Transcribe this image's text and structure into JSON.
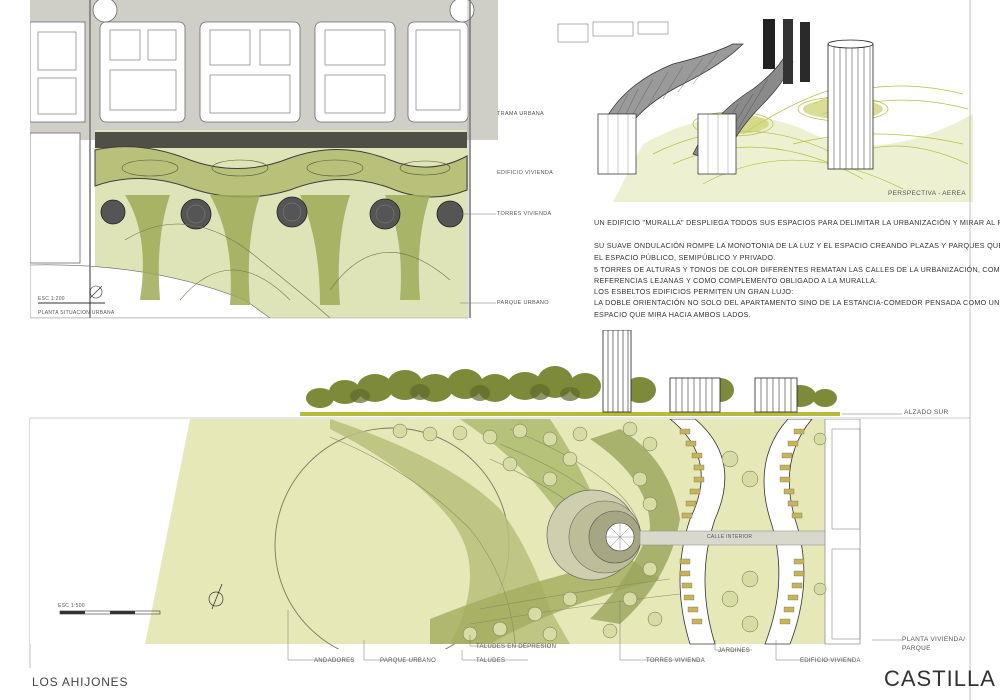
{
  "site_plan": {
    "labels": [
      "TRAMA URBANA",
      "EDIFICIO VIVIENDA",
      "TORRES VIVIENDA",
      "PARQUE URBANO"
    ],
    "scale_text": "ESC 1:200",
    "caption": "PLANTA   SITUACION URBANA"
  },
  "perspective": {
    "caption": "PERSPECTIVA - AEREA"
  },
  "description": {
    "lines": [
      "UN EDIFICIO \"MURALLA\" DESPLIEGA TODOS SUS ESPACIOS PARA DELIMITAR LA URBANIZACIÓN Y MIRAR AL PARQUE.",
      "SU SUAVE ONDULACIÓN ROMPE LA MONOTONIA DE LA LUZ Y EL ESPACIO CREANDO PLAZAS Y PARQUES QUE MODULAN",
      "EL ESPACIO PÚBLICO, SEMIPÚBLICO Y PRIVADO.",
      "5 TORRES DE ALTURAS Y TONOS DE COLOR DIFERENTES REMATAN LAS CALLES DE LA URBANIZACIÓN, COMO",
      "REFERENCIAS LEJANAS Y COMO COMPLEMENTO OBLIGADO A LA MURALLA.",
      "LOS ESBELTOS EDIFICIOS PERMITEN UN GRAN LUJO:",
      "LA DOBLE ORIENTACIÓN NO SOLO DEL APARTAMENTO SINO DE LA ESTANCIA-COMEDOR PENSADA COMO UN SOLO",
      "ESPACIO QUE MIRA HACIA AMBOS LADOS."
    ]
  },
  "elevation": {
    "caption": "ALZADO SUR"
  },
  "main_plan": {
    "street_label": "CALLE INTERIOR",
    "scale_text": "ESC 1:500",
    "right_caption_1": "PLANTA VIVIENDA/",
    "right_caption_2": "PARQUE",
    "callouts": [
      "ANDADORES",
      "PARQUE URBANO",
      "TALUDES EN DEPRESION",
      "TALUDES",
      "TORRES VIVIENDA",
      "JARDINES",
      "EDIFICIO VIVIENDA"
    ]
  },
  "footer": {
    "left_title": "LOS AHIJONES",
    "right_title": "CASTILLA"
  }
}
